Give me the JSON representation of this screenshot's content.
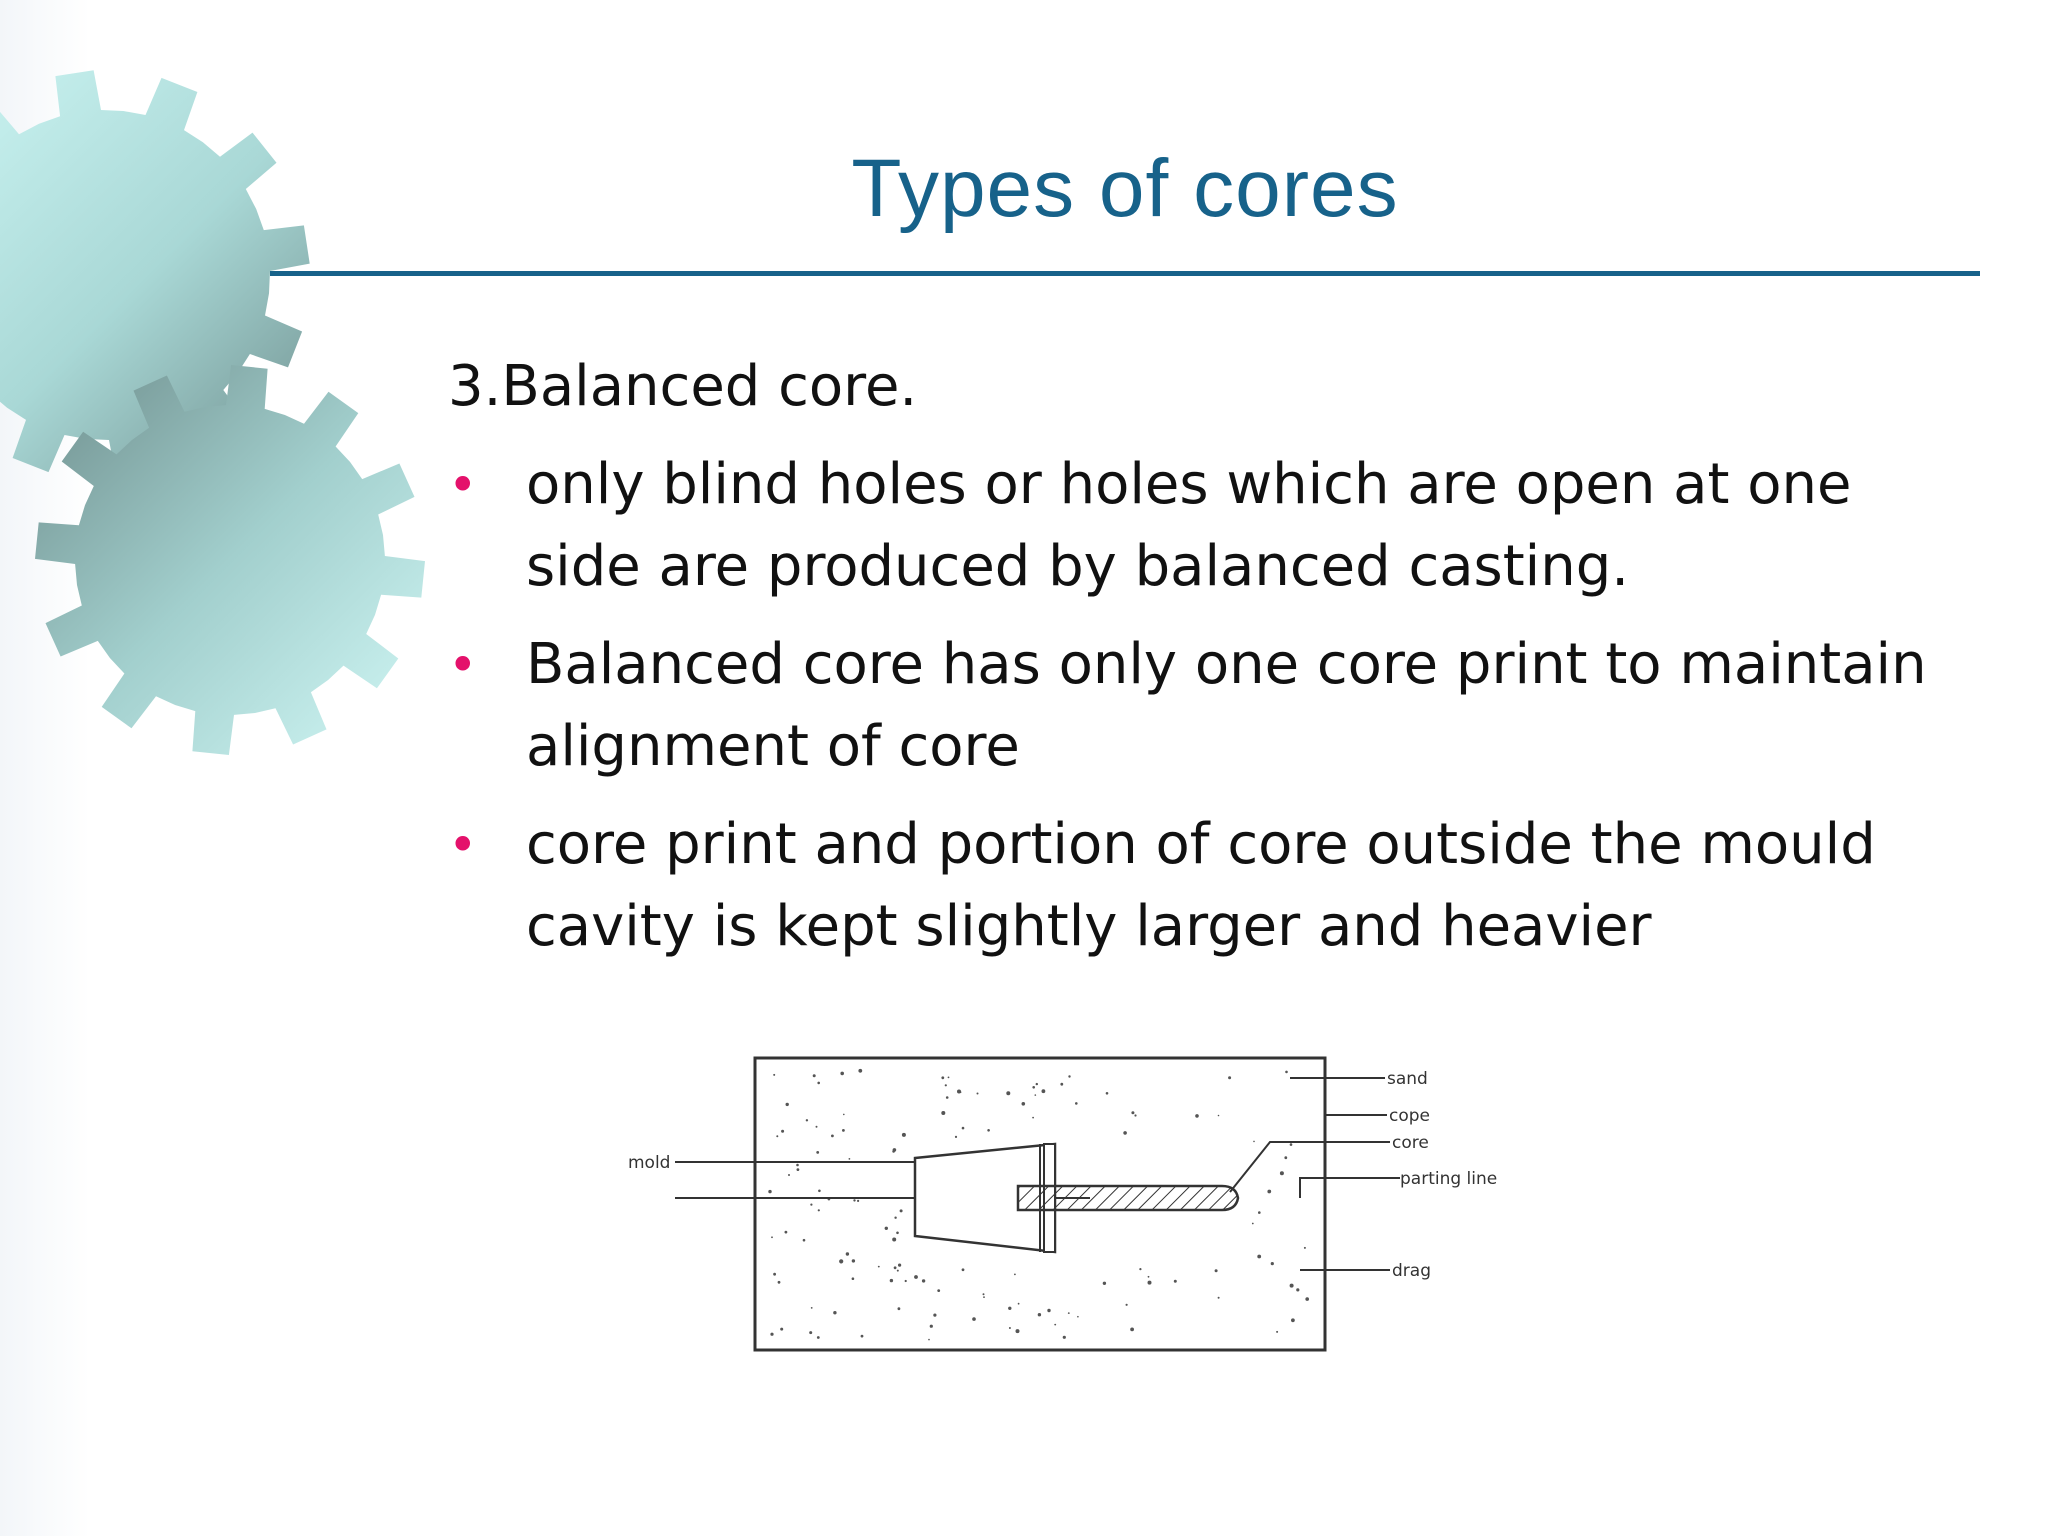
{
  "slide": {
    "title": "Types of cores",
    "subheading": "3.Balanced core.",
    "bullets": [
      "only blind holes or holes which are open at one side are produced by balanced casting.",
      "Balanced core has only one core print to maintain alignment of core",
      "core print and portion of core outside the mould cavity is kept slightly larger and heavier"
    ],
    "bullet_symbol": "•"
  },
  "diagram": {
    "labels": {
      "sand": "sand",
      "cope": "cope",
      "core": "core",
      "parting_line": "parting line",
      "drag": "drag",
      "mold": "mold"
    }
  },
  "colors": {
    "title": "#17628a",
    "bullet": "#e4116b",
    "rule": "#17628a",
    "gear_light": "#c7f4f2",
    "gear_dark": "#7a9a98"
  },
  "icons": [
    "gear-icon",
    "gear-icon"
  ]
}
